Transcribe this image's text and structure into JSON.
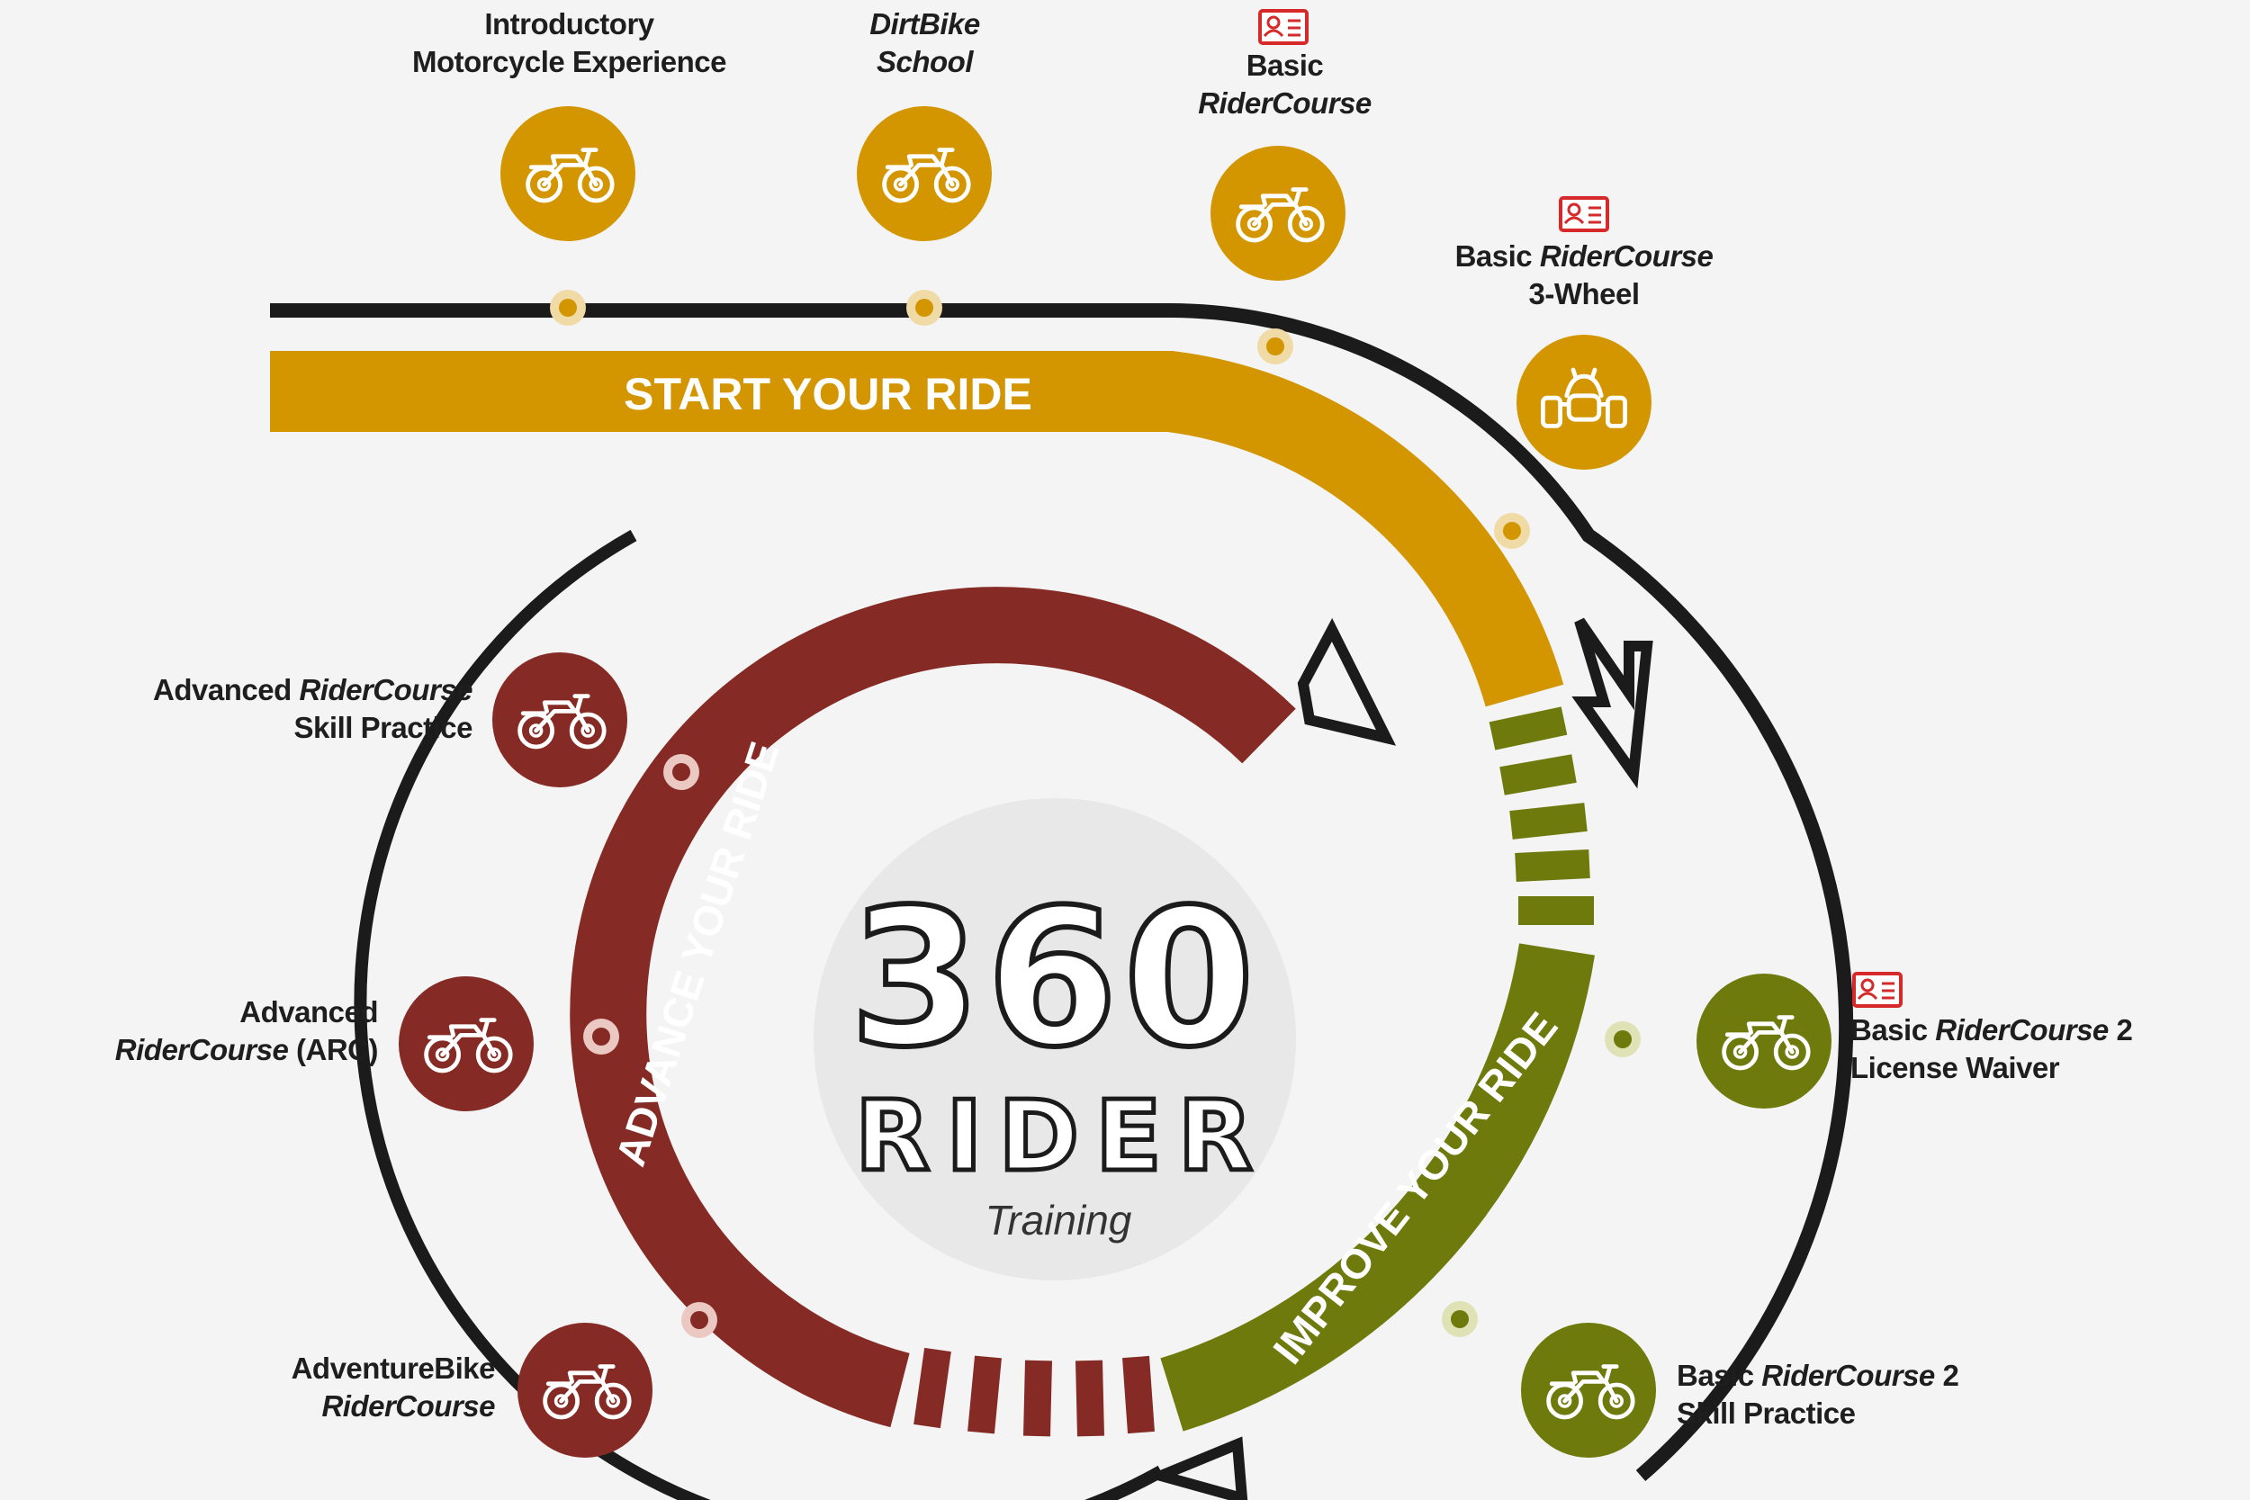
{
  "stages": {
    "start": "START YOUR RIDE",
    "advance": "ADVANCE YOUR RIDE",
    "improve": "IMPROVE YOUR RIDE"
  },
  "center": {
    "number": "360",
    "word": "RIDER",
    "sub": "Training"
  },
  "courses": {
    "intro": {
      "line1": "Introductory",
      "line2": "Motorcycle Experience"
    },
    "dirt": {
      "line1": "DirtBike",
      "line2": "School"
    },
    "basic": {
      "line1": "Basic",
      "line2": "RiderCourse"
    },
    "basic3w": {
      "line1a": "Basic ",
      "line1b": "RiderCourse",
      "line2": "3-Wheel"
    },
    "arcsp": {
      "line1a": "Advanced ",
      "line1b": "RiderCourse",
      "line2": "Skill Practice"
    },
    "arc": {
      "line1": "Advanced",
      "line2a": "RiderCourse",
      "line2b": " (ARC)"
    },
    "adv": {
      "line1": "AdventureBike",
      "line2": "RiderCourse"
    },
    "brc2lw": {
      "line1a": "Basic ",
      "line1b": "RiderCourse",
      "line1c": " 2",
      "line2": "License Waiver"
    },
    "brc2sp": {
      "line1a": "Basic ",
      "line1b": "RiderCourse",
      "line1c": " 2",
      "line2": "Skill Practice"
    }
  },
  "colors": {
    "gold": "#d39500",
    "maroon": "#852a24",
    "olive": "#6e7a0c",
    "black": "#1b1b1b",
    "license_red": "#d62a2a",
    "background": "#f4f4f4"
  },
  "icons": {
    "license": "license-card-icon",
    "motorcycle": "motorcycle-icon",
    "trike": "three-wheel-icon"
  }
}
